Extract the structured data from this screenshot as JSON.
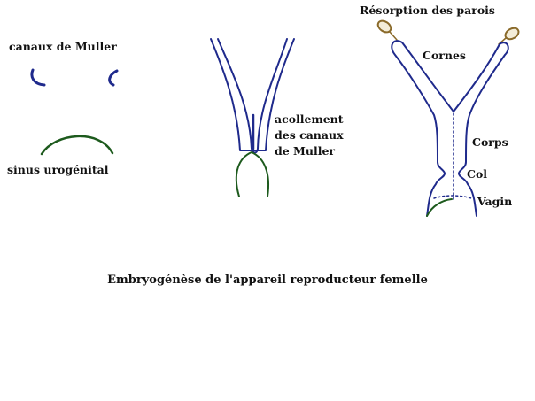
{
  "labels": {
    "canaux_muller": "canaux de Muller",
    "sinus": "sinus urogénital",
    "acollement_1": "acollement",
    "acollement_2": "des canaux",
    "acollement_3": "de Muller",
    "resorption": "Résorption des parois",
    "cornes": "Cornes",
    "corps": "Corps",
    "col": "Col",
    "vagin": "Vagin"
  },
  "caption": "Embryogénèse de l'appareil reproducteur femelle",
  "colors": {
    "muller_duct": "#1f2a8c",
    "sinus": "#1d5a1d",
    "ovary": "#8a6a2a",
    "ovary_fill": "#f3ecd8",
    "text": "#111111"
  }
}
